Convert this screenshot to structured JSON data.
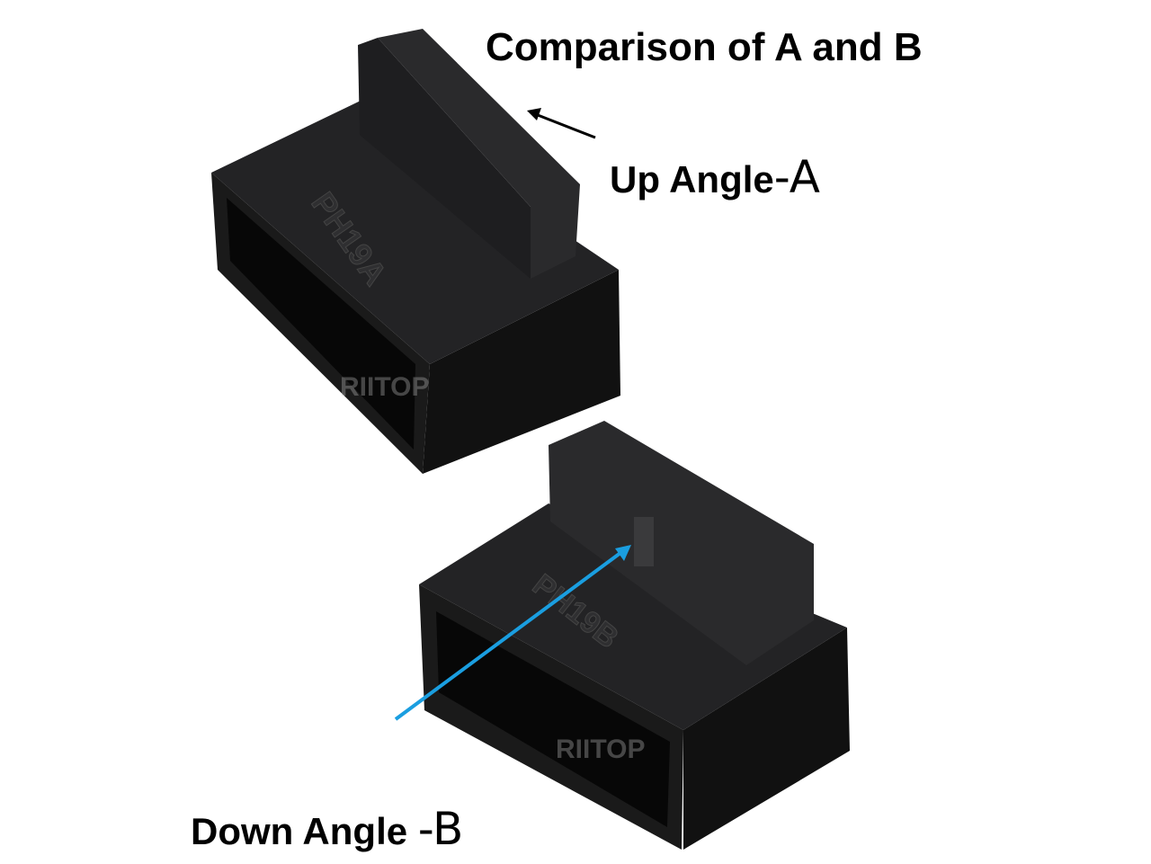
{
  "title": "Comparison of A and B",
  "labels": {
    "up_text": "Up Angle",
    "up_suffix": "-A",
    "down_text": "Down Angle ",
    "down_suffix": "-B"
  },
  "connectors": {
    "a_marking": "PH19A",
    "b_marking": "PH19B",
    "watermark": "RIITOP"
  },
  "colors": {
    "body": "#1c1c1e",
    "arrow_a": "#000000",
    "arrow_b": "#1a9ee0"
  }
}
